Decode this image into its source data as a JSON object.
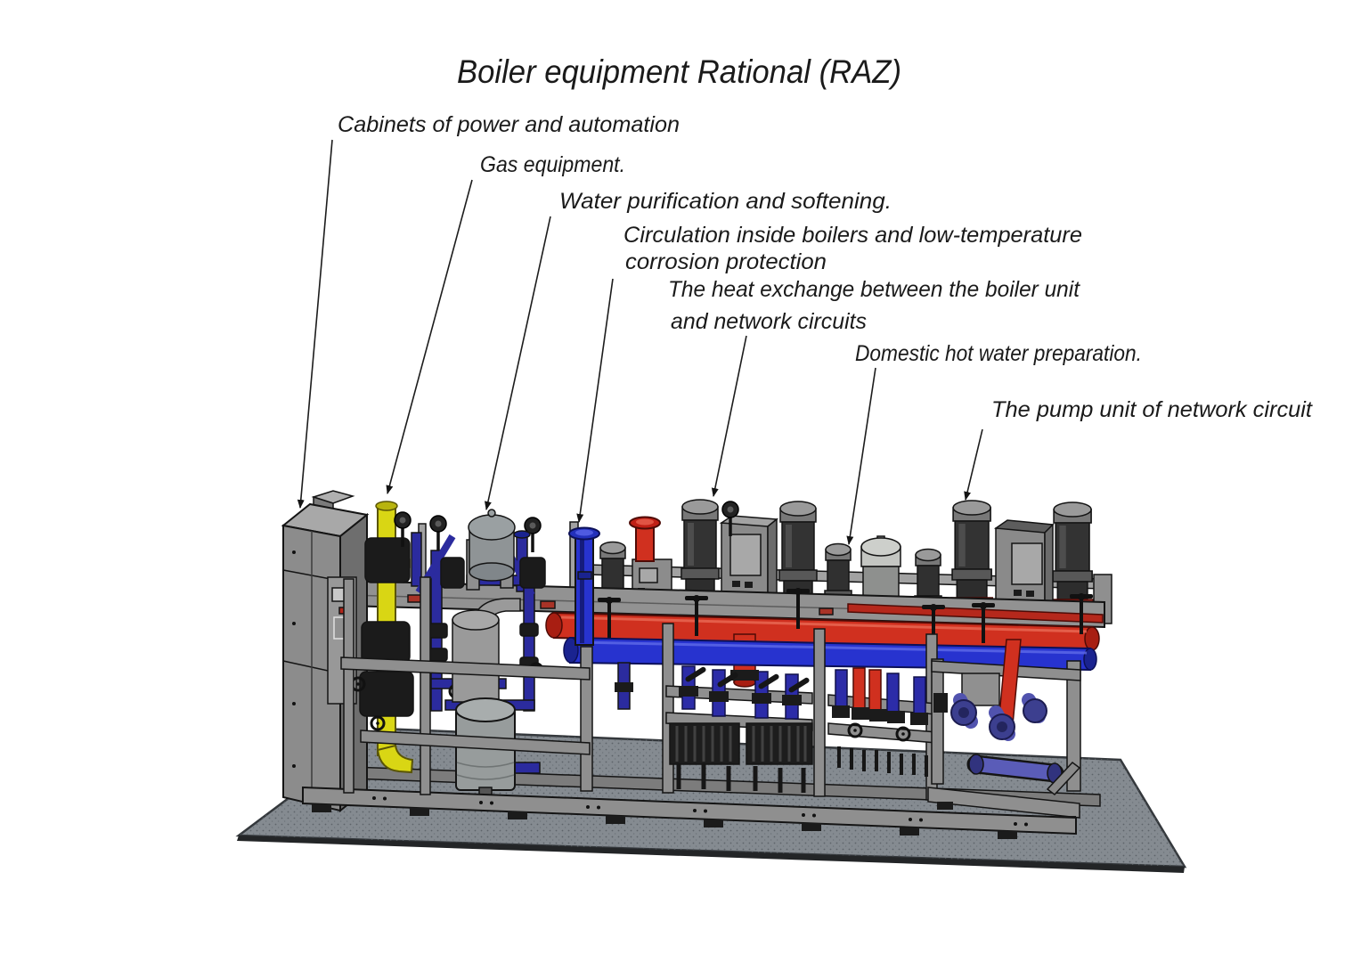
{
  "title": "Boiler equipment Rational (RAZ)",
  "labels": {
    "cabinets": "Cabinets of power and automation",
    "gas": "Gas equipment.",
    "water": "Water purification and softening.",
    "circulation_1": "Circulation inside boilers and low-temperature",
    "circulation_2": "corrosion protection",
    "heat_1": "The heat exchange between the boiler unit",
    "heat_2": "and network circuits",
    "dhw": "Domestic hot water preparation.",
    "pump_unit": "The pump unit of network circuit"
  },
  "colors": {
    "ink": "#1a1a1a",
    "gas_pipe": "#d9d614",
    "supply_red": "#d0301f",
    "return_blue": "#2733cf",
    "small_pipe_navy": "#2b2b9e",
    "frame_gray": "#8f8f8f",
    "mat_gray": "#858b91"
  }
}
